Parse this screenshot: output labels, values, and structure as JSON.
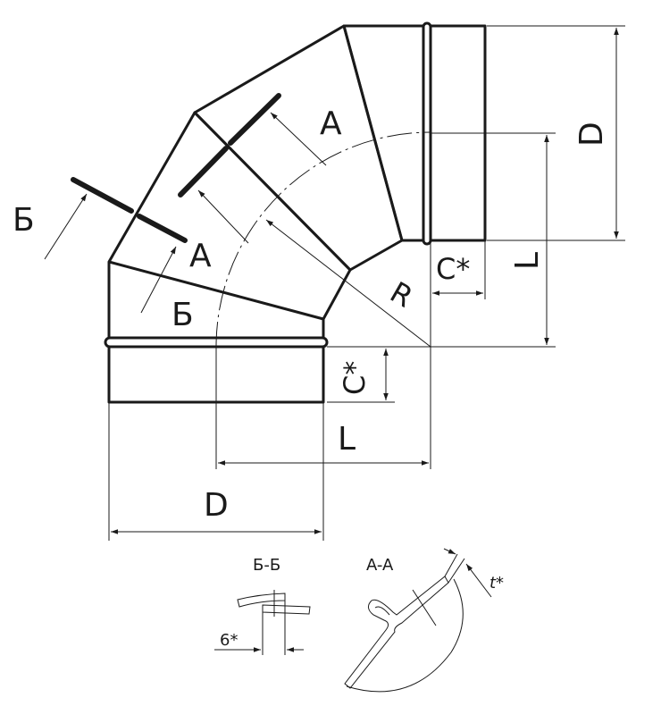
{
  "labels": {
    "section_a": "A",
    "section_b": "Б",
    "radius": "R",
    "collar": "C*",
    "diameter": "D",
    "length": "L"
  },
  "details": {
    "section_bb_title": "Б-Б",
    "section_aa_title": "A-A",
    "overlap": "6*",
    "thickness": "t*"
  },
  "colors": {
    "line": "#1a1a1a",
    "background": "#ffffff"
  }
}
